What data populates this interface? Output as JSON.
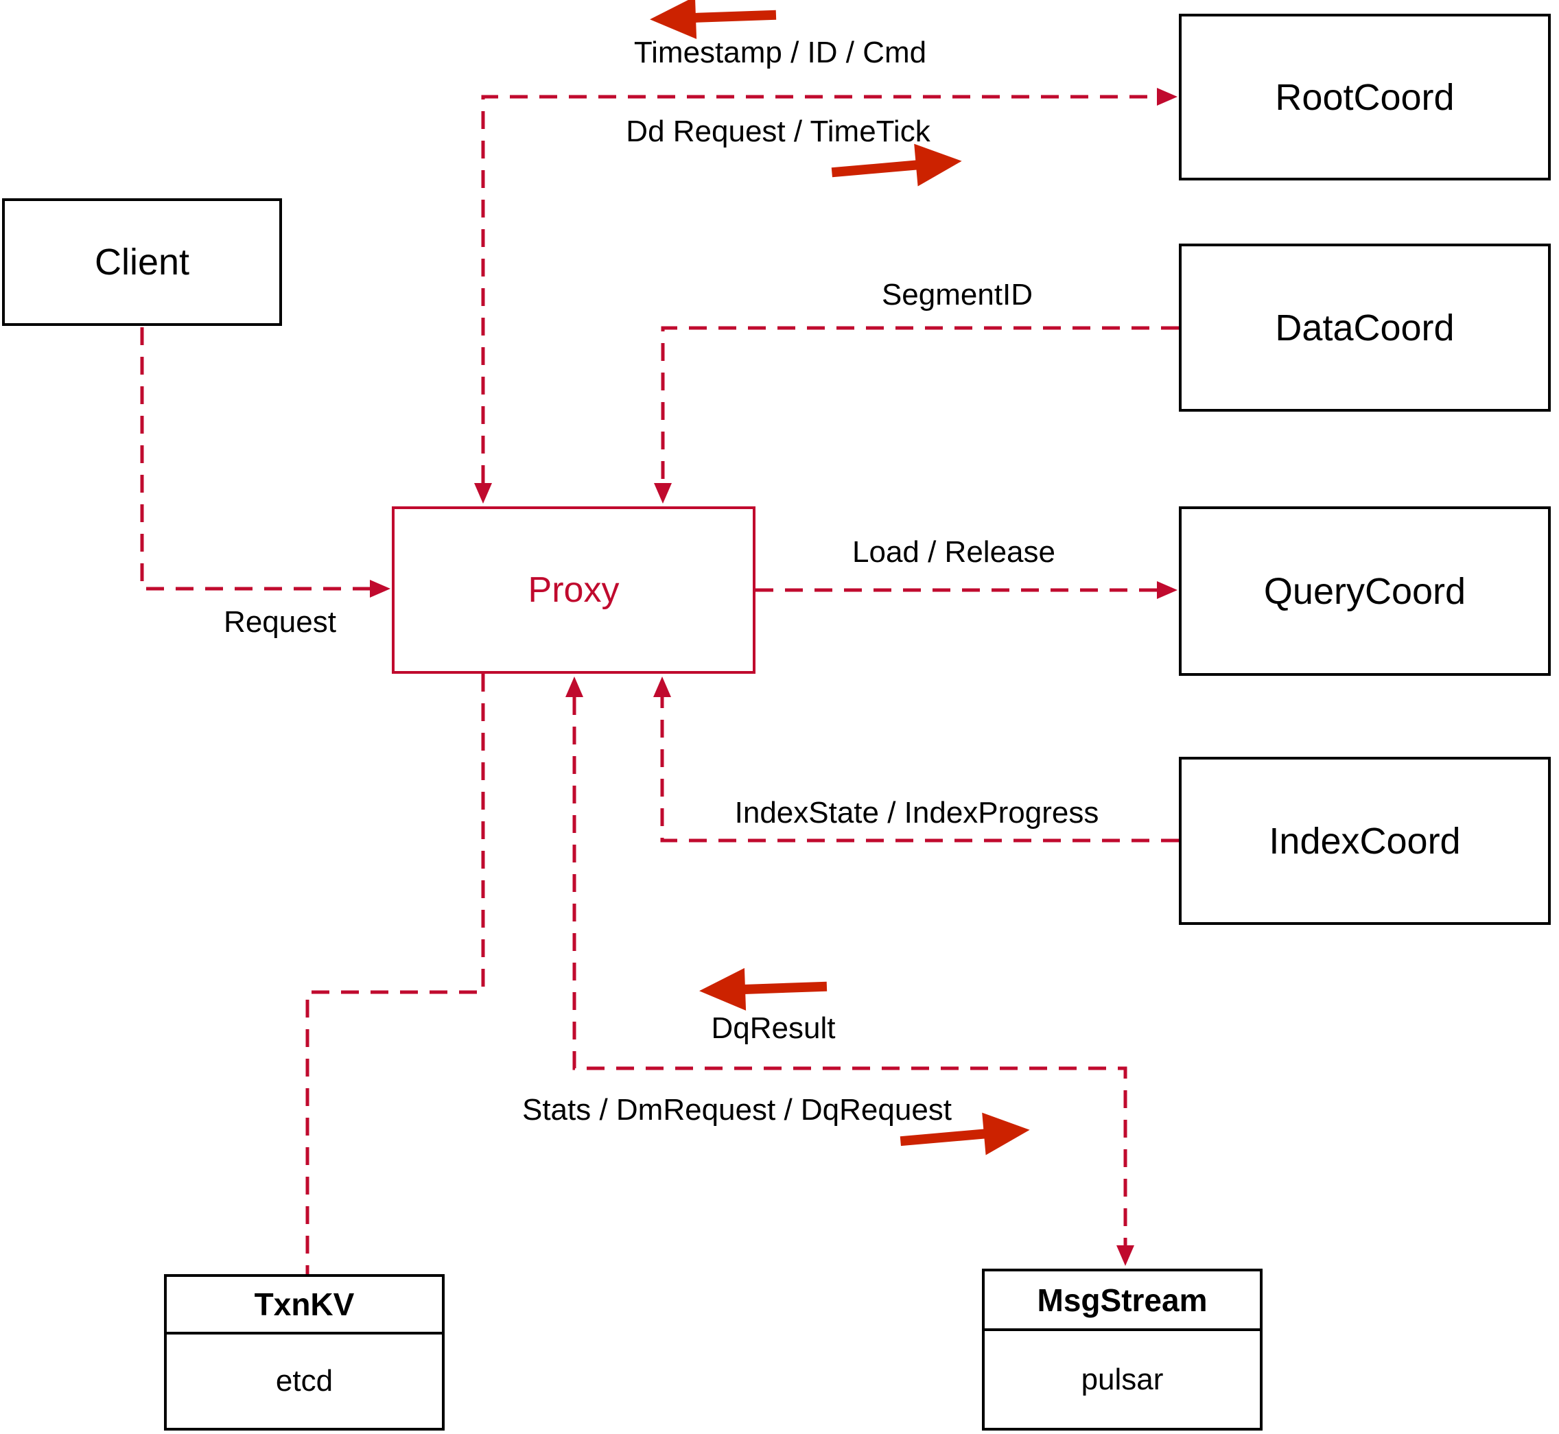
{
  "nodes": {
    "client": {
      "label": "Client"
    },
    "root_coord": {
      "label": "RootCoord"
    },
    "data_coord": {
      "label": "DataCoord"
    },
    "query_coord": {
      "label": "QueryCoord"
    },
    "index_coord": {
      "label": "IndexCoord"
    },
    "proxy": {
      "label": "Proxy"
    },
    "txnkv": {
      "title": "TxnKV",
      "body": "etcd"
    },
    "msgstream": {
      "title": "MsgStream",
      "body": "pulsar"
    }
  },
  "edge_labels": {
    "timestamp_id_cmd": "Timestamp / ID / Cmd",
    "dd_request_timetick": "Dd Request / TimeTick",
    "segment_id": "SegmentID",
    "request": "Request",
    "load_release": "Load / Release",
    "index_state": "IndexState / IndexProgress",
    "dq_result": "DqResult",
    "stats_dm_dq": "Stats / DmRequest / DqRequest"
  },
  "colors": {
    "dashed_line": "#c00a2e",
    "solid_arrow": "#cc2200",
    "proxy_accent": "#c00a2e",
    "box_border": "#000000",
    "label_text": "#000000"
  }
}
